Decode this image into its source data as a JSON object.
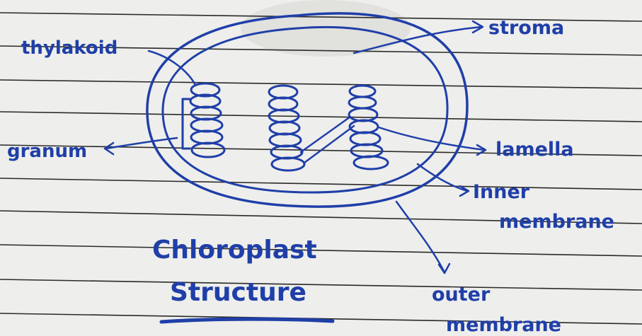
{
  "labels": {
    "thylakoid": "thylakoid",
    "stroma": "stroma",
    "granum": "granum",
    "lamella": "lamella",
    "inner_membrane_line1": "Inner",
    "inner_membrane_line2": "membrane",
    "outer_membrane_line1": "outer",
    "outer_membrane_line2": "membrane"
  },
  "title": {
    "line1": "Chloroplast",
    "line2": "Structure"
  },
  "colors": {
    "ink": "#1f3fa8",
    "paper": "#eeeeec",
    "ruling": "#2a2a2a"
  }
}
